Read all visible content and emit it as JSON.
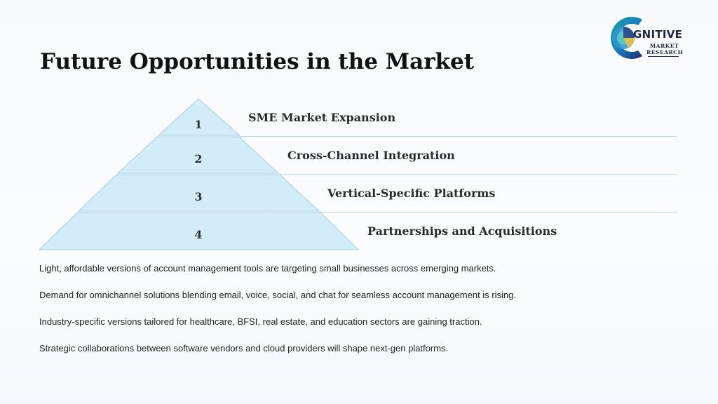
{
  "page": {
    "title": "Future Opportunities in the Market"
  },
  "logo": {
    "wordmark": "GNITIVE",
    "line1": "MARKET",
    "line2": "RESEARCH",
    "colors": [
      "#1b7fc4",
      "#2bb39a",
      "#1f2a44"
    ]
  },
  "pyramid": {
    "fill": "#d3ecfa",
    "stroke": "#a9cfe0",
    "tiers": [
      {
        "number": "1",
        "label": "SME Market Expansion"
      },
      {
        "number": "2",
        "label": "Cross-Channel Integration"
      },
      {
        "number": "3",
        "label": "Vertical-Specific Platforms"
      },
      {
        "number": "4",
        "label": "Partnerships and Acquisitions"
      }
    ]
  },
  "descriptions": [
    "Light, affordable versions of account management tools are targeting small businesses across emerging markets.",
    "Demand for omnichannel solutions blending email, voice, social, and chat for seamless account management is rising.",
    "Industry-specific versions tailored for healthcare, BFSI, real estate, and education sectors are gaining traction.",
    "Strategic collaborations between software vendors and cloud providers will shape next-gen platforms."
  ]
}
